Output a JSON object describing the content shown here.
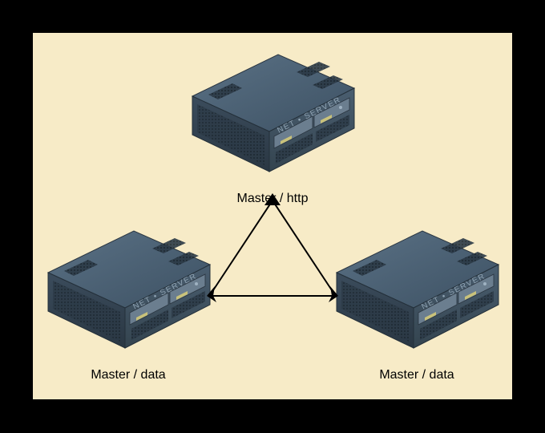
{
  "diagram": {
    "background_color": "#f7ebc7",
    "nodes": [
      {
        "id": "top",
        "icon": "net-server-icon",
        "brand": "NET • SERVER",
        "label": "Master / http"
      },
      {
        "id": "left",
        "icon": "net-server-icon",
        "brand": "NET • SERVER",
        "label": "Master / data"
      },
      {
        "id": "right",
        "icon": "net-server-icon",
        "brand": "NET • SERVER",
        "label": "Master / data"
      }
    ],
    "edges": [
      {
        "from": "top",
        "to": "left",
        "arrows": "both"
      },
      {
        "from": "top",
        "to": "right",
        "arrows": "both"
      },
      {
        "from": "left",
        "to": "right",
        "arrows": "both"
      }
    ]
  }
}
